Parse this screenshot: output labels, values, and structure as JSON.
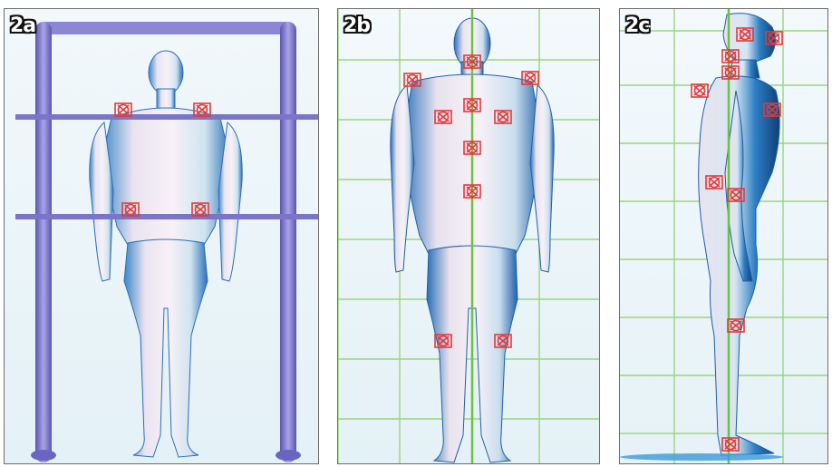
{
  "panels": [
    {
      "label": "2a",
      "markers": [
        "left-shoulder",
        "right-shoulder",
        "left-hip",
        "right-hip"
      ]
    },
    {
      "label": "2b",
      "markers": [
        "left-acromion",
        "right-acromion",
        "c7",
        "left-scapula",
        "right-scapula",
        "t-spine-upper",
        "t-spine-mid",
        "lumbar",
        "left-knee",
        "right-knee"
      ]
    },
    {
      "label": "2c",
      "markers": [
        "head-back",
        "head-front",
        "neck-upper",
        "neck-lower",
        "upper-back",
        "chest",
        "hip-back",
        "hip-front",
        "knee",
        "ankle"
      ]
    }
  ],
  "colors": {
    "background": "#eef7fb",
    "frame": "#7b76c8",
    "grid": "#7fce5f",
    "plumb_line": "#6cc23e",
    "marker": "#e23a3a",
    "body_light": "#f4eef6",
    "body_shadow": "#2a6fb8"
  }
}
